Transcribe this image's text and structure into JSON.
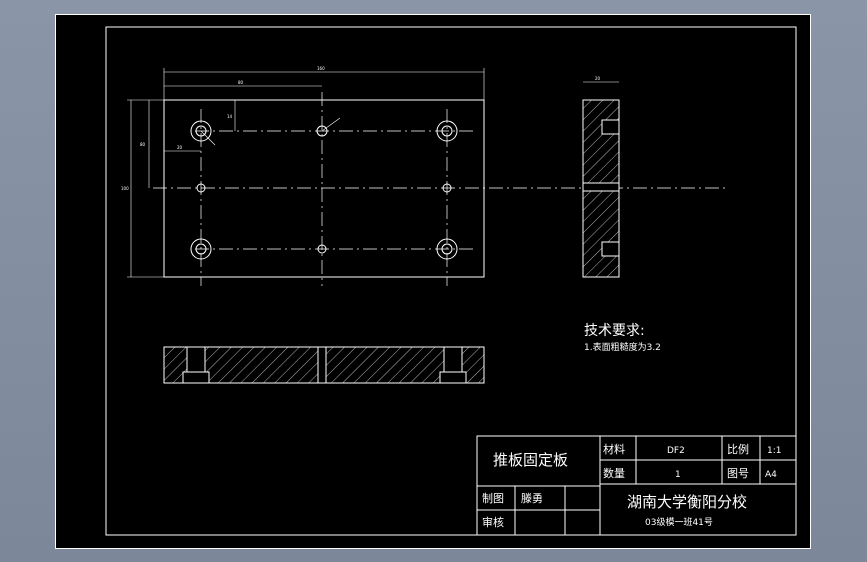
{
  "tech_req": {
    "title": "技术要求:",
    "item1": "1.表面粗糙度为3.2"
  },
  "title_block": {
    "part_name": "推板固定板",
    "material_label": "材料",
    "material_value": "DF2",
    "scale_label": "比例",
    "scale_value": "1:1",
    "quantity_label": "数量",
    "quantity_value": "1",
    "drawing_no_label": "图号",
    "drawing_no_value": "A4",
    "drafter_label": "制图",
    "drafter_name": "滕勇",
    "checker_label": "审核",
    "school": "湖南大学衡阳分校",
    "class_info": "03级模一班41号"
  },
  "dimensions": {
    "overall_width": "160",
    "half_width": "80",
    "height": "100",
    "inner_height": "80",
    "width_right": "20",
    "small_left": "20",
    "top_offset": "14"
  }
}
